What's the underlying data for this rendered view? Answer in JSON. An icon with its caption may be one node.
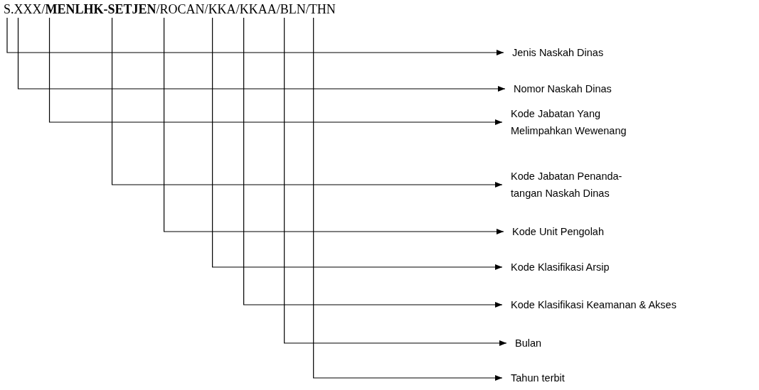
{
  "diagram": {
    "nodes": [
      {
        "text": [
          "S"
        ]
      },
      {
        "text": [
          "XXX"
        ]
      },
      {
        "text": [
          "MENLHK"
        ]
      },
      {
        "text": [
          "SETJEN"
        ]
      },
      {
        "text": [
          "ROCAN"
        ]
      },
      {
        "text": [
          "KKA"
        ]
      },
      {
        "text": [
          "KKAA"
        ]
      },
      {
        "text": [
          "BLN"
        ]
      },
      {
        "text": [
          "THN"
        ]
      },
      {
        "text": [
          "Jenis Naskah Dinas"
        ]
      },
      {
        "text": [
          "Nomor Naskah Dinas"
        ]
      },
      {
        "text": [
          "Kode Jabatan Yang Melimpahkan Wewenang"
        ]
      },
      {
        "text": [
          "Kode Jabatan Penanda-tangan Naskah Dinas"
        ]
      },
      {
        "text": [
          "Kode Unit Pengolah"
        ]
      },
      {
        "text": [
          "Kode Klasifikasi Arsip"
        ]
      },
      {
        "text": [
          "Kode Klasifikasi Keamanan & Akses"
        ]
      },
      {
        "text": [
          "Bulan"
        ]
      },
      {
        "text": [
          "Tahun terbit"
        ]
      }
    ],
    "edges": [
      {
        "from": 0,
        "to": 9,
        "arrow": "to"
      },
      {
        "from": 1,
        "to": 10,
        "arrow": "to"
      },
      {
        "from": 2,
        "to": 11,
        "arrow": "to"
      },
      {
        "from": 3,
        "to": 12,
        "arrow": "to"
      },
      {
        "from": 4,
        "to": 13,
        "arrow": "to"
      },
      {
        "from": 5,
        "to": 14,
        "arrow": "to"
      },
      {
        "from": 6,
        "to": 15,
        "arrow": "to"
      },
      {
        "from": 7,
        "to": 16,
        "arrow": "to"
      },
      {
        "from": 8,
        "to": 17,
        "arrow": "to"
      }
    ],
    "labels": [
      ".",
      "/",
      "-",
      "/",
      "/",
      "/",
      "/",
      "/"
    ]
  }
}
